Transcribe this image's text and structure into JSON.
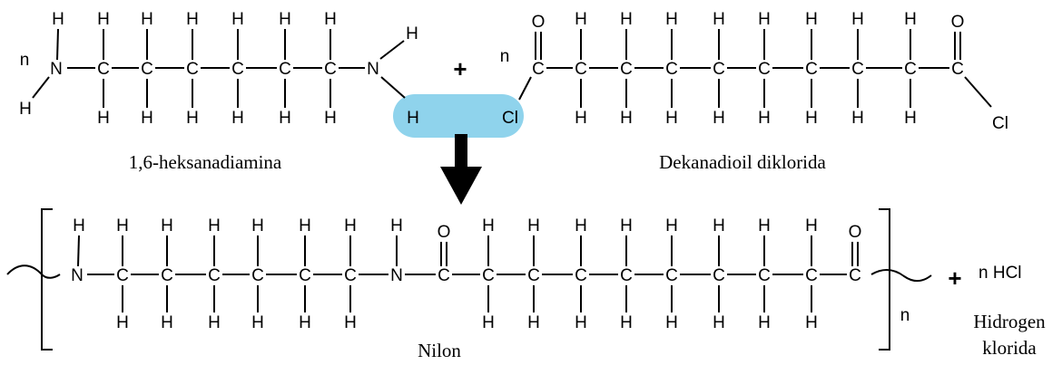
{
  "reactants": {
    "diamine": {
      "coefficient": "n",
      "name": "1,6-heksanadiamina"
    },
    "dichloride": {
      "coefficient": "n",
      "name": "Dekanadioil diklorida"
    },
    "plus": "+"
  },
  "eliminated": {
    "h": "H",
    "cl": "Cl",
    "highlight_color": "#8fd3ec"
  },
  "polymer": {
    "name": "Nilon",
    "repeat_subscript": "n"
  },
  "byproduct": {
    "plus": "+",
    "formula": "n HCl",
    "name_line1": "Hidrogen",
    "name_line2": "klorida"
  },
  "atoms": {
    "c": "C",
    "h": "H",
    "n": "N",
    "o": "O",
    "cl": "Cl"
  }
}
